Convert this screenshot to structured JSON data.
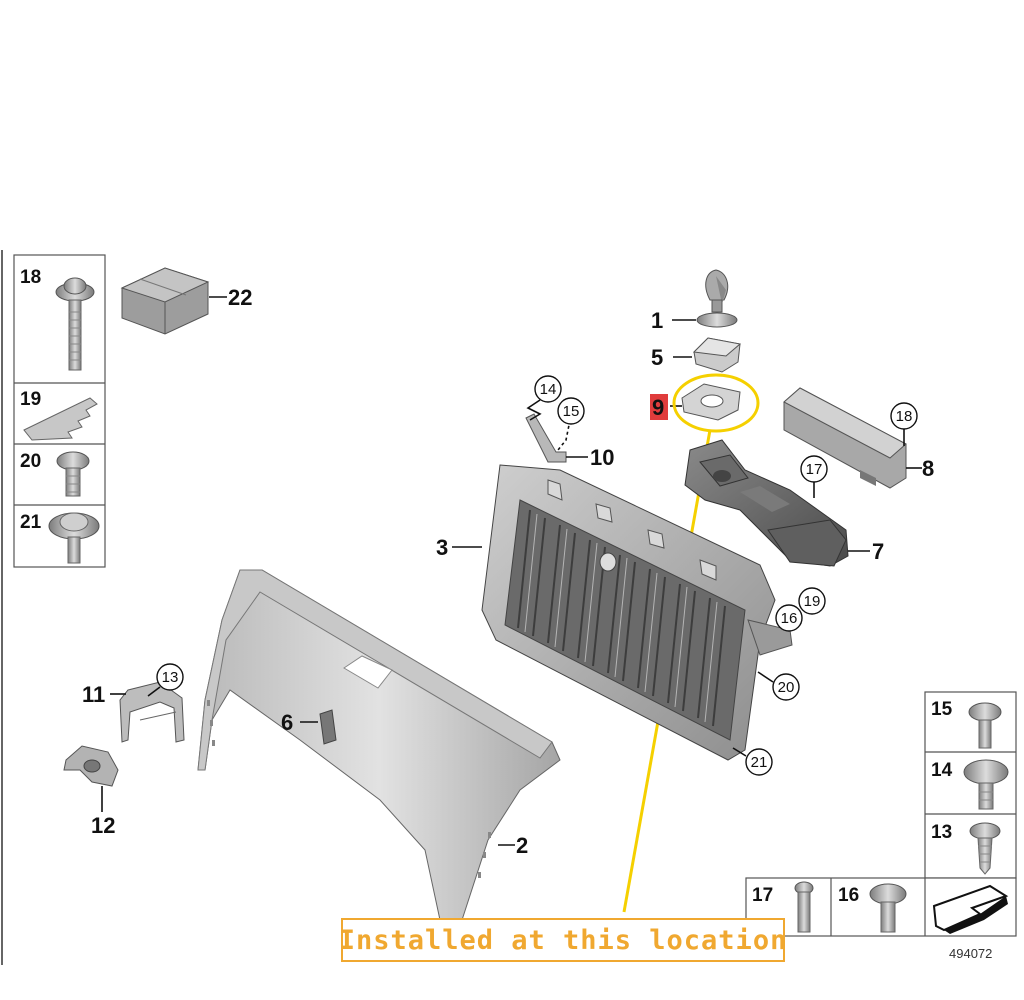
{
  "parts": {
    "p1": "1",
    "p2": "2",
    "p3": "3",
    "p5": "5",
    "p6": "6",
    "p7": "7",
    "p8": "8",
    "p9": "9",
    "p10": "10",
    "p11": "11",
    "p12": "12",
    "p22": "22"
  },
  "circled": {
    "c13": "13",
    "c14": "14",
    "c15": "15",
    "c16": "16",
    "c17": "17",
    "c18": "18",
    "c19": "19",
    "c20": "20",
    "c21": "21"
  },
  "left_legend": {
    "l18": "18",
    "l19": "19",
    "l20": "20",
    "l21": "21"
  },
  "right_legend": {
    "r15": "15",
    "r14": "14",
    "r13": "13",
    "r17": "17",
    "r16": "16"
  },
  "diagram_number": "494072",
  "callout": {
    "text": "Installed at this location"
  },
  "colors": {
    "highlight_fill": "#e03c3c",
    "callout_ring": "#f5d000",
    "callout_text": "#f0a830"
  }
}
